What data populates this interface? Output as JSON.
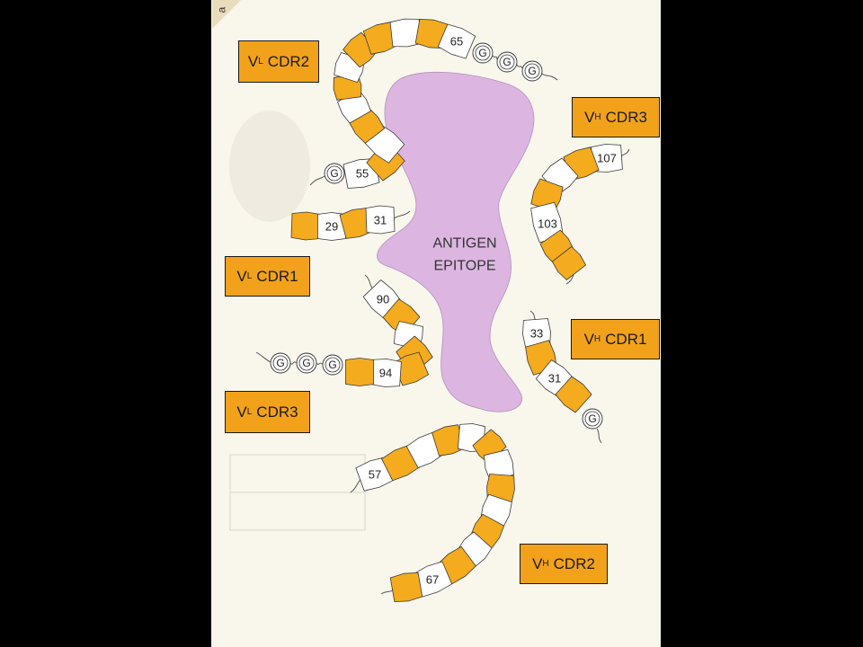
{
  "figure": {
    "panel_letter": "a"
  },
  "antigen": {
    "line1": "ANTIGEN",
    "line2": "EPITOPE"
  },
  "labels": {
    "vl_cdr2": {
      "v": "V",
      "chain": "L",
      "cdr": "CDR2"
    },
    "vh_cdr3": {
      "v": "V",
      "chain": "H",
      "cdr": "CDR3"
    },
    "vl_cdr1": {
      "v": "V",
      "chain": "L",
      "cdr": "CDR1"
    },
    "vh_cdr1": {
      "v": "V",
      "chain": "H",
      "cdr": "CDR1"
    },
    "vl_cdr3": {
      "v": "V",
      "chain": "L",
      "cdr": "CDR3"
    },
    "vh_cdr2": {
      "v": "V",
      "chain": "H",
      "cdr": "CDR2"
    }
  },
  "residues": {
    "vl_cdr2": {
      "numbers": [
        "55",
        "65"
      ],
      "glycines": [
        "G",
        "G",
        "G",
        "G"
      ]
    },
    "vl_cdr1": {
      "numbers": [
        "29",
        "31"
      ]
    },
    "vl_cdr3": {
      "numbers": [
        "90",
        "94"
      ],
      "glycines": [
        "G",
        "G",
        "G"
      ]
    },
    "vh_cdr3": {
      "numbers": [
        "107",
        "103"
      ]
    },
    "vh_cdr1": {
      "numbers": [
        "33",
        "31"
      ],
      "glycines": [
        "G"
      ]
    },
    "vh_cdr2": {
      "numbers": [
        "57",
        "67"
      ]
    }
  },
  "colors": {
    "contact_residue": "#f5ab1e",
    "other_residue": "#ffffff",
    "antigen": "#dcb6e1",
    "label_fill": "#f2a21a",
    "panel": "#f9f6ec"
  }
}
